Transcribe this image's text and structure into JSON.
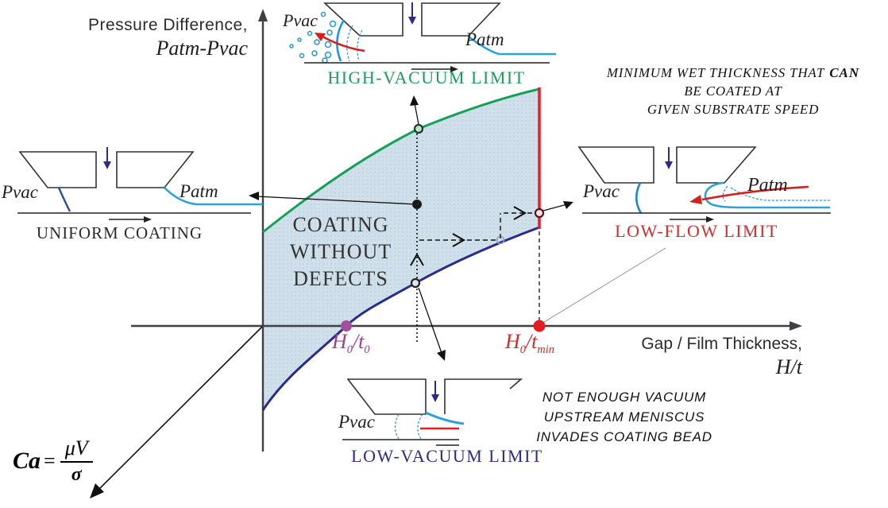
{
  "colors": {
    "high_vacuum_green": "#17a05a",
    "low_vacuum_navy": "#2b2b8c",
    "low_flow_red": "#d92b2b",
    "region_fill": "#cfe0eb",
    "t0_purple": "#9c3f92",
    "tmin_red": "#d42a2a",
    "film_blue": "#2aa3dc",
    "axis_gray": "#3f3f46"
  },
  "y_axis": {
    "label_line1": "Pressure Difference,",
    "label_line2": "Patm-Pvac"
  },
  "x_axis": {
    "label_line1": "Gap / Film Thickness,",
    "label_line2": "H/t"
  },
  "region": {
    "line1": "COATING",
    "line2": "WITHOUT",
    "line3": "DEFECTS"
  },
  "limits": {
    "high_vacuum": "HIGH-VACUUM LIMIT",
    "low_vacuum": "LOW-VACUUM LIMIT",
    "low_flow": "LOW-FLOW LIMIT"
  },
  "points": {
    "t0": {
      "base1": "H",
      "sub1": "0",
      "base2": "/t",
      "sub2": "0"
    },
    "tmin": {
      "base1": "H",
      "sub1": "0",
      "base2": "/t",
      "sub2": "min"
    }
  },
  "notes": {
    "min_thickness": {
      "line1_prefix": "MINIMUM WET THICKNESS THAT",
      "line1_bold": "CAN",
      "line2": "BE COATED AT",
      "line3": "GIVEN SUBSTRATE SPEED"
    },
    "not_enough_vacuum": {
      "line1": "NOT ENOUGH VACUUM",
      "line2": "UPSTREAM MENISCUS",
      "line3": "INVADES COATING BEAD"
    }
  },
  "captions": {
    "uniform": "UNIFORM COATING"
  },
  "schematics": {
    "top": {
      "pvac": "Pvac",
      "patm": "Patm"
    },
    "left": {
      "pvac": "Pvac",
      "patm": "Patm"
    },
    "right": {
      "pvac": "Pvac",
      "patm": "Patm"
    },
    "bottom": {
      "pvac": "Pvac"
    }
  },
  "formula": {
    "lhs": "Ca",
    "eq": "=",
    "numerator": "μV",
    "denominator": "σ"
  }
}
